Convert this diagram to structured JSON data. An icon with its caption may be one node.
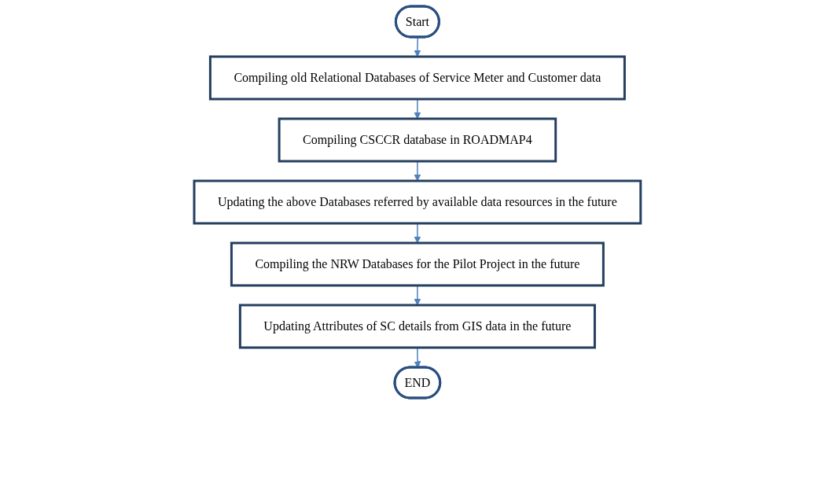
{
  "diagram": {
    "nodes": [
      {
        "text": [
          "Start"
        ]
      },
      {
        "text": [
          "Compiling old Relational Databases of Service Meter and Customer data"
        ]
      },
      {
        "text": [
          "Compiling CSCCR database in ROADMAP4"
        ]
      },
      {
        "text": [
          "Updating the above Databases referred by available data resources in the future"
        ]
      },
      {
        "text": [
          "Compiling the NRW Databases for the Pilot Project in the future"
        ]
      },
      {
        "text": [
          "Updating Attributes of SC details from GIS data in the future"
        ]
      },
      {
        "text": [
          "END"
        ]
      }
    ],
    "edges": [
      {
        "from": 0,
        "to": 1,
        "arrow": "to"
      },
      {
        "from": 1,
        "to": 2,
        "arrow": "to"
      },
      {
        "from": 2,
        "to": 3,
        "arrow": "to"
      },
      {
        "from": 3,
        "to": 4,
        "arrow": "to"
      },
      {
        "from": 4,
        "to": 5,
        "arrow": "to"
      },
      {
        "from": 5,
        "to": 6,
        "arrow": "to"
      }
    ]
  }
}
